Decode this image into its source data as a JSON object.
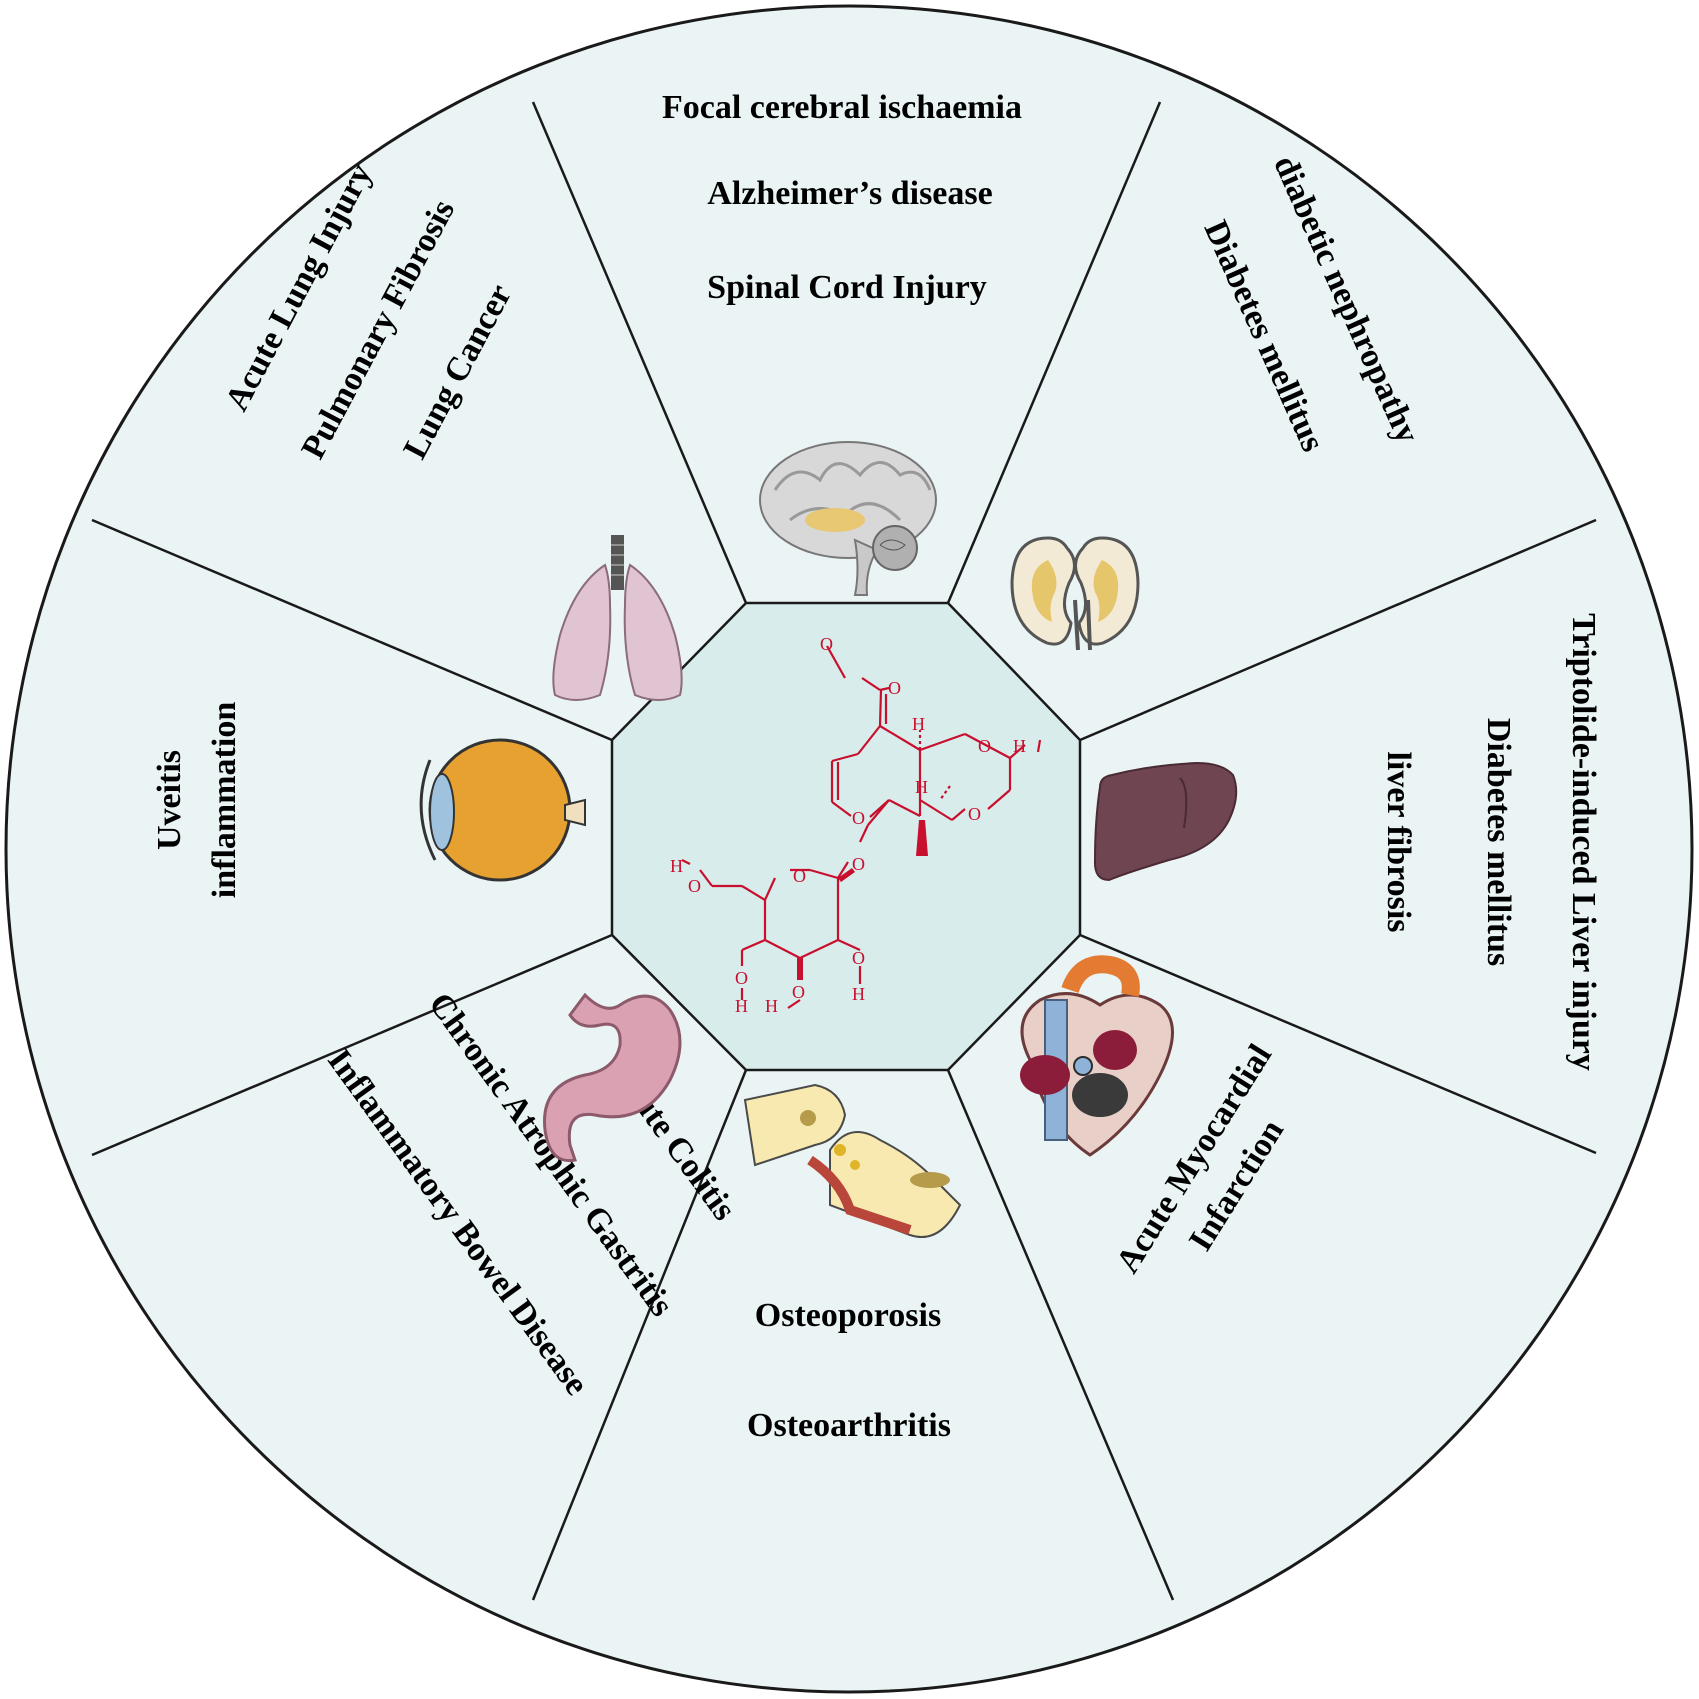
{
  "colors": {
    "panel_fill": "#eaf4f4",
    "center_fill": "#d9ecec",
    "line": "#1a1a1a",
    "molecule": "#c8102e"
  },
  "center": {
    "molecule_atoms": {
      "oxygen": "O",
      "hydrogen": "H"
    }
  },
  "sectors": {
    "brain": {
      "icon": "brain-icon",
      "labels": [
        "Focal cerebral ischaemia",
        "Alzheimer’s disease",
        "Spinal Cord Injury"
      ]
    },
    "kidney": {
      "icon": "kidney-icon",
      "labels": [
        "diabetic nephropathy",
        "Diabetes mellitus"
      ]
    },
    "liver": {
      "icon": "liver-icon",
      "labels": [
        "Triptolide-induced Liver injury",
        "Diabetes mellitus",
        "liver fibrosis"
      ]
    },
    "heart": {
      "icon": "heart-icon",
      "labels": [
        "Acute Myocardial",
        "Infarction"
      ]
    },
    "bone": {
      "icon": "knee-joint-icon",
      "labels": [
        "Osteoporosis",
        "Osteoarthritis"
      ]
    },
    "stomach": {
      "icon": "stomach-icon",
      "labels": [
        "Acute Colitis",
        "Chronic Atrophic Gastritis",
        "Inflammatory Bowel Disease"
      ]
    },
    "eye": {
      "icon": "eye-icon",
      "labels": [
        "Uveitis",
        "inflammation"
      ]
    },
    "lung": {
      "icon": "lungs-icon",
      "labels": [
        "Acute Lung Injury",
        "Pulmonary Fibrosis",
        "Lung Cancer"
      ]
    }
  }
}
